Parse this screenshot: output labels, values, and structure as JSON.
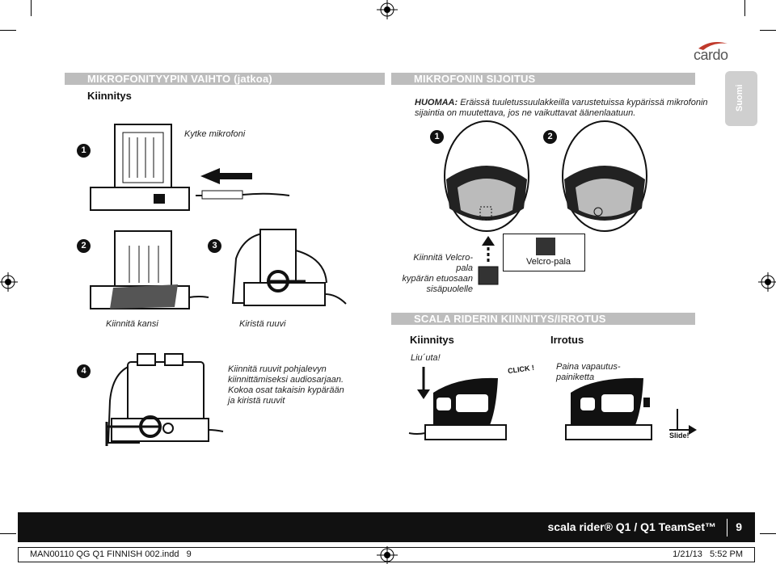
{
  "brand": {
    "logo_text": "cardo"
  },
  "side_tab": {
    "label": "Suomi"
  },
  "left_section": {
    "bar_title": "MIKROFONITYYPIN VAIHTO (jatkoa)",
    "heading": "Kiinnitys",
    "step1": {
      "num": "1",
      "caption": "Kytke mikrofoni"
    },
    "step2": {
      "num": "2",
      "caption": "Kiinnitä kansi"
    },
    "step3": {
      "num": "3",
      "caption": "Kiristä ruuvi"
    },
    "step4": {
      "num": "4",
      "caption_lines": [
        "Kiinnitä ruuvit pohjalevyn",
        "kiinnittämiseksi audiosarjaan.",
        "Kokoa osat takaisin kypärään",
        "ja kiristä ruuvit"
      ]
    }
  },
  "right_top": {
    "bar_title": "MIKROFONIN SIJOITUS",
    "note_label": "HUOMAA:",
    "note_line1": " Eräissä tuuletussuulakkeilla varustetuissa kypärissä mikrofonin",
    "note_line2": "sijaintia on muutettava, jos ne vaikuttavat äänenlaatuun.",
    "num1": "1",
    "num2": "2",
    "velcro_caption_lines": [
      "Kiinnitä Velcro-pala",
      "kypärän etuosaan",
      "sisäpuolelle"
    ],
    "velcro_label": "Velcro-pala"
  },
  "right_bottom": {
    "bar_title": "SCALA RIDERIN KIINNITYS/IRROTUS AUDIOSARJASTA",
    "attach_heading": "Kiinnitys",
    "detach_heading": "Irrotus",
    "slide_caption": "Liu´uta!",
    "click_text": "CLICK !",
    "release_lines": [
      "Paina vapautus-",
      "painiketta"
    ],
    "slide_label": "Slide!"
  },
  "footer": {
    "product": "scala rider® Q1 / Q1 TeamSet™",
    "page": "9"
  },
  "print_slug": {
    "file": "MAN00110 QG Q1 FINNISH 002.indd   9",
    "date": "1/21/13   5:52 PM"
  },
  "colors": {
    "bar_gray": "#bdbdbd",
    "footer_black": "#111111",
    "tab_gray": "#cfcfcf",
    "logo_red": "#c0392b"
  }
}
